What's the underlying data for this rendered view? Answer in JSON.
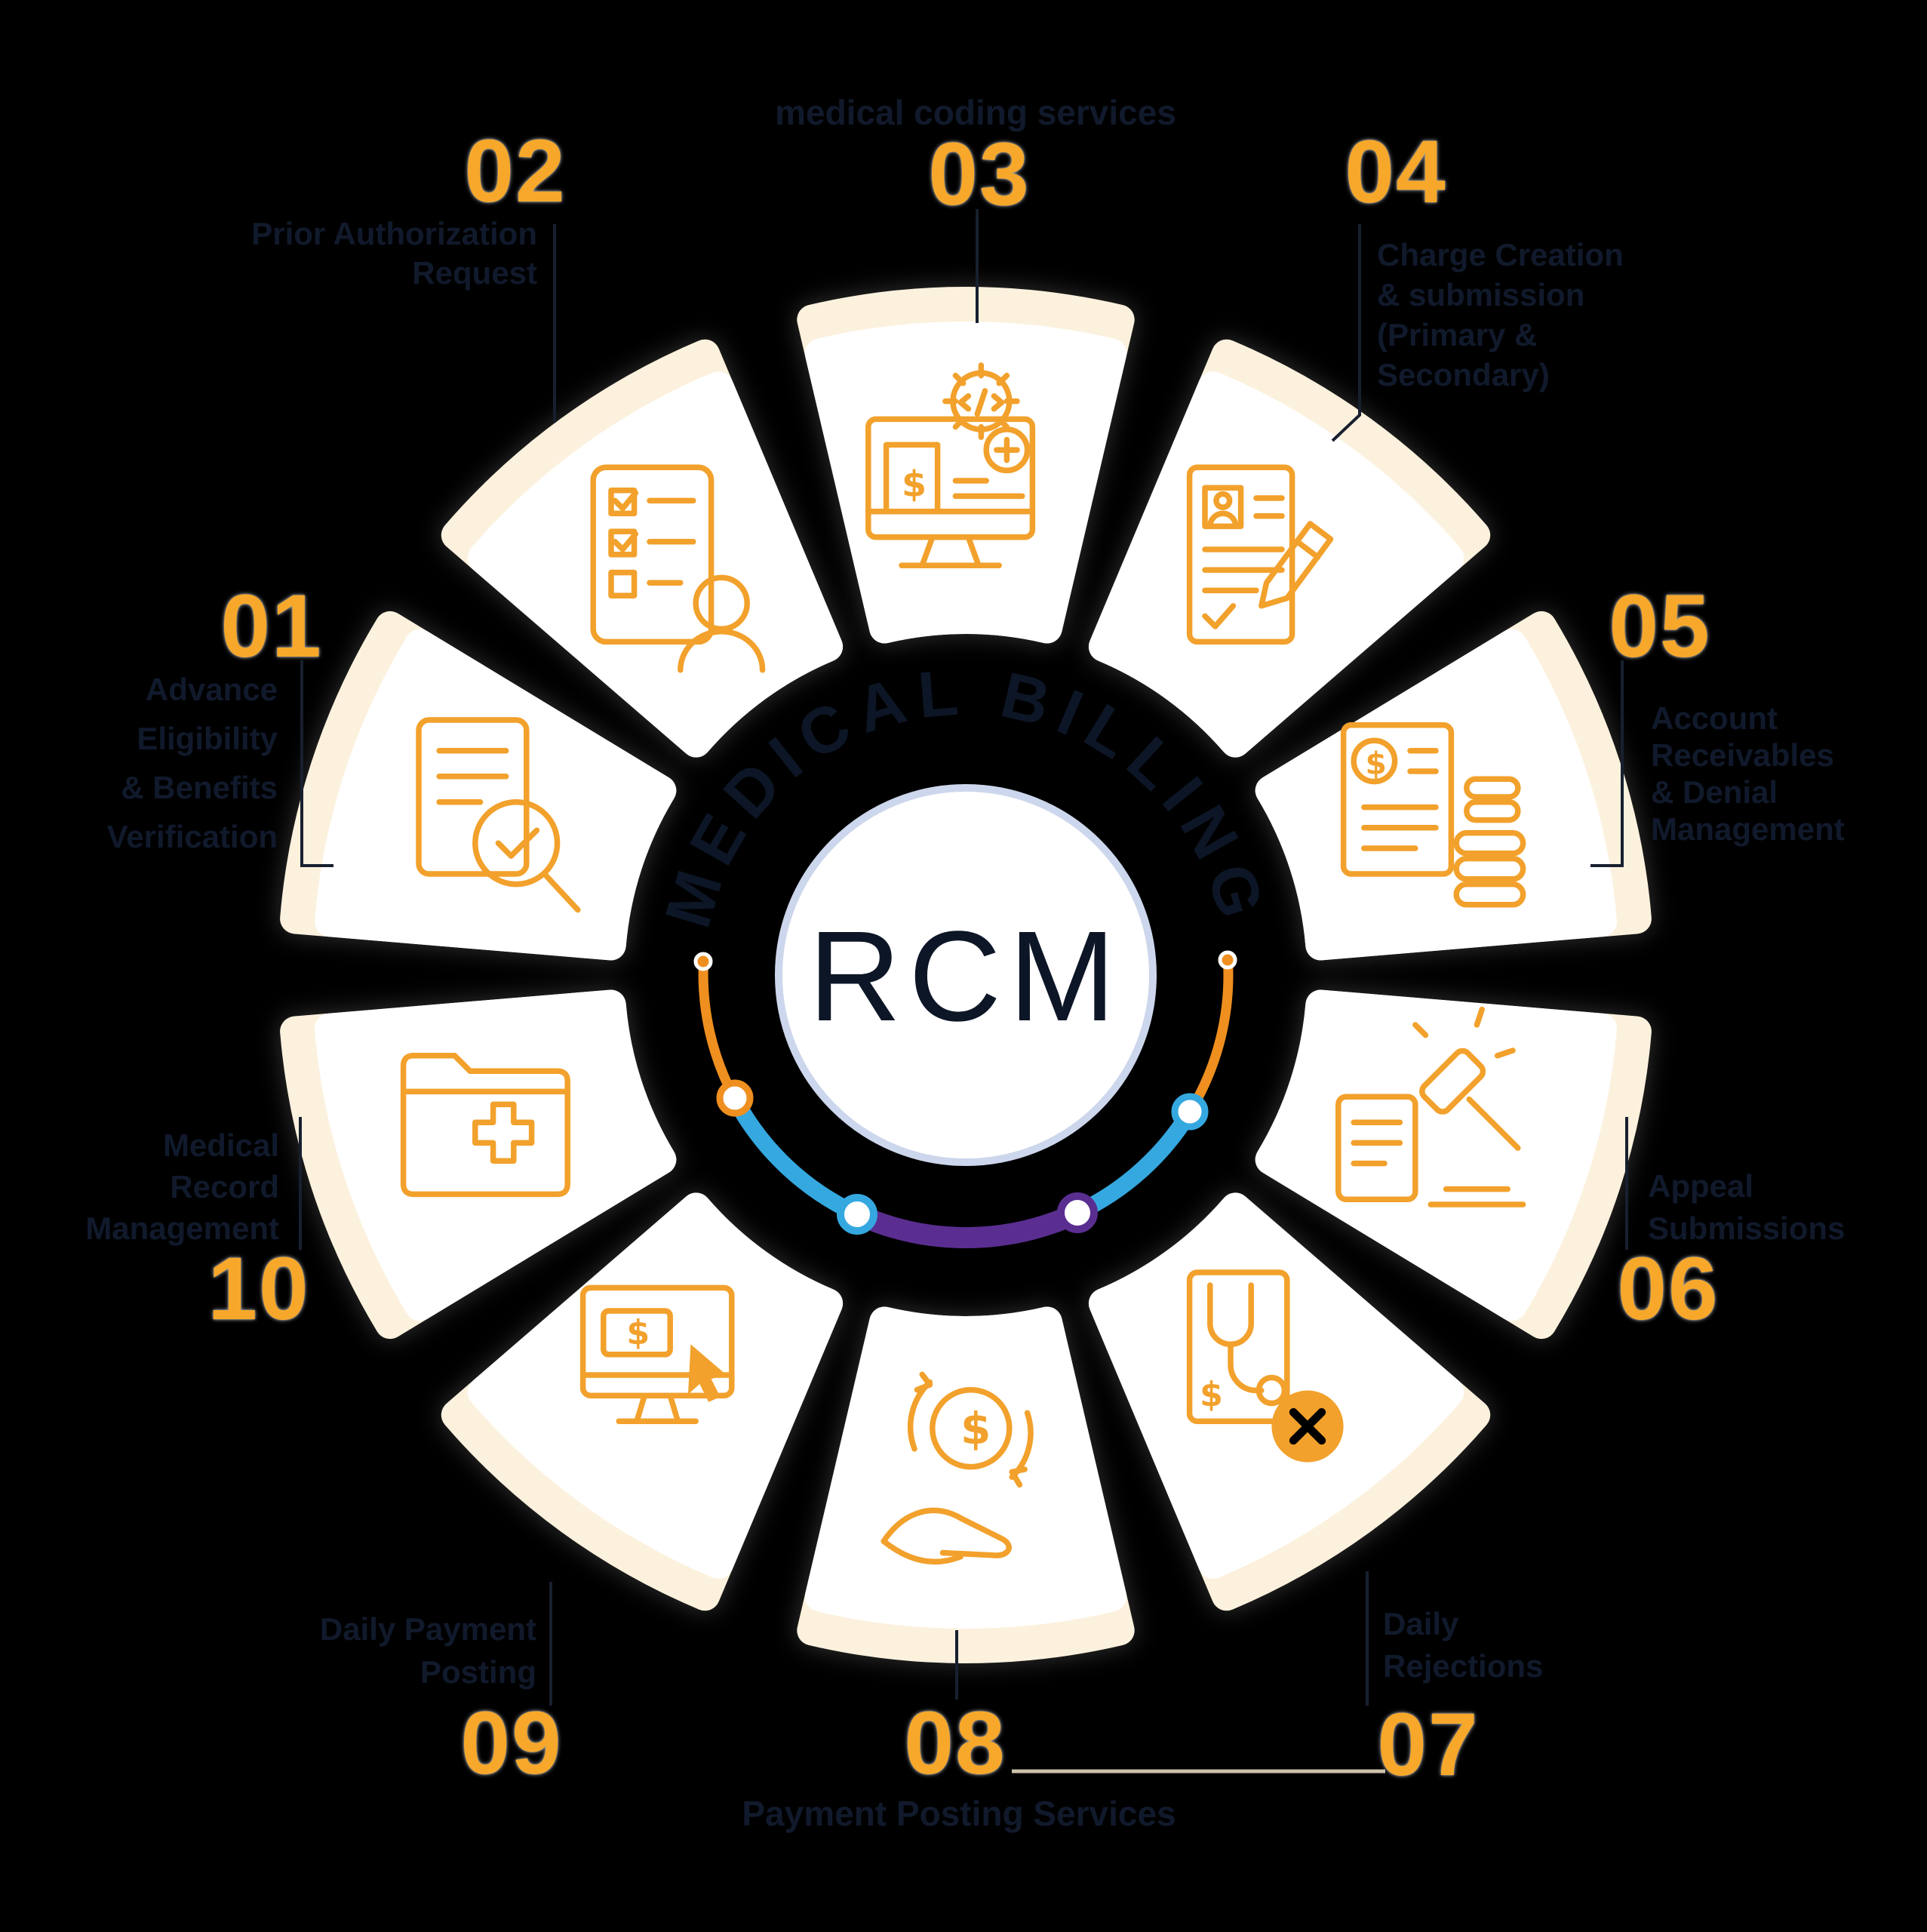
{
  "title": "Medical Billing RCM cycle diagram",
  "center": {
    "label": "RCM",
    "ring_text": "MEDICAL BILLING"
  },
  "steps": [
    {
      "num": "01",
      "icon": "document-search-check-icon",
      "lines": [
        "Advance",
        "Eligibility",
        "& Benefits",
        "Verification"
      ]
    },
    {
      "num": "02",
      "icon": "authorization-checklist-person-icon",
      "lines": [
        "Prior Authorization",
        "Request"
      ]
    },
    {
      "num": "03",
      "icon": "medical-coding-monitor-gear-icon",
      "lines": [
        "medical coding services"
      ]
    },
    {
      "num": "04",
      "icon": "charge-form-pen-icon",
      "lines": [
        "Charge Creation",
        "& submission",
        "(Primary &",
        "Secondary)"
      ]
    },
    {
      "num": "05",
      "icon": "receivables-invoice-coins-icon",
      "lines": [
        "Account",
        "Receivables",
        "& Denial",
        "Management"
      ]
    },
    {
      "num": "06",
      "icon": "appeal-gavel-document-icon",
      "lines": [
        "Appeal",
        "Submissions"
      ]
    },
    {
      "num": "07",
      "icon": "rejected-claim-stethoscope-icon",
      "lines": [
        "Daily",
        "Rejections"
      ]
    },
    {
      "num": "08",
      "icon": "payment-hand-coin-icon",
      "lines": [
        "Payment Posting Services"
      ]
    },
    {
      "num": "09",
      "icon": "online-payment-monitor-cursor-icon",
      "lines": [
        "Daily Payment",
        "Posting"
      ]
    },
    {
      "num": "10",
      "icon": "medical-records-folder-icon",
      "lines": [
        "Medical",
        "Record",
        "Management"
      ]
    }
  ],
  "colors": {
    "accent_orange": "#F7A82A",
    "icon_orange": "#F2A12C",
    "arc_orange": "#EE8F1F",
    "arc_blue": "#35A8E0",
    "arc_purple": "#5A2E91",
    "petal_white": "#FFFFFF",
    "petal_cream": "#FCF1DD",
    "center_ring": "#CCD6EC",
    "label_navy": "#111A2C",
    "tan_line": "#CDC2AC"
  }
}
